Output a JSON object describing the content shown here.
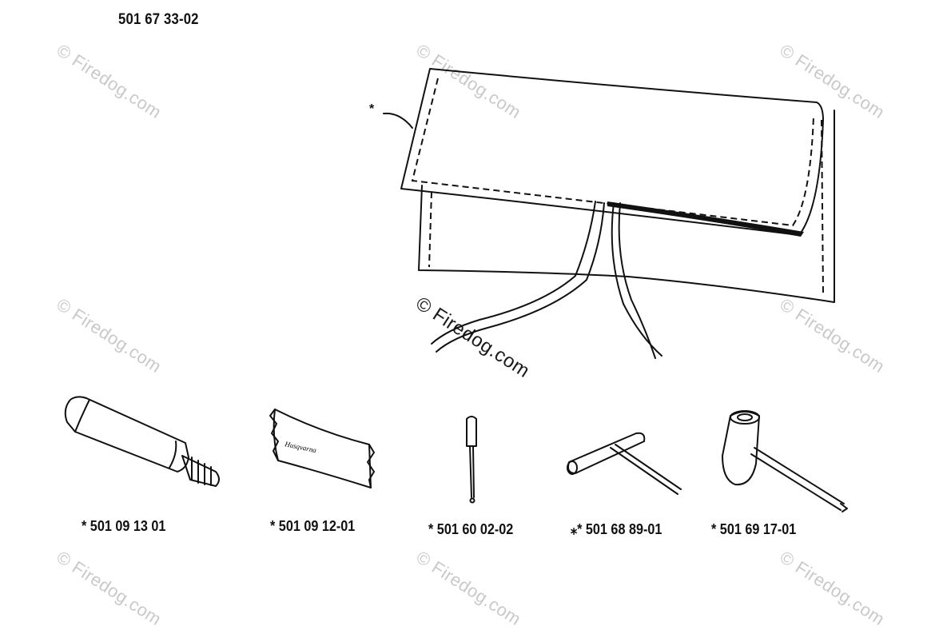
{
  "diagram_number": "501 67 33-02",
  "watermark": "© Firedog.com",
  "callouts": [
    {
      "marker": "*"
    }
  ],
  "parts": [
    {
      "label": "*  501 09 13 01"
    },
    {
      "label": "*  501 09 12-01"
    },
    {
      "label": "*  501 60 02-02"
    },
    {
      "label": "⁎*  501 68 89-01"
    },
    {
      "label": "*  501 69 17-01"
    }
  ],
  "tube_lettering": "Husqvarna"
}
